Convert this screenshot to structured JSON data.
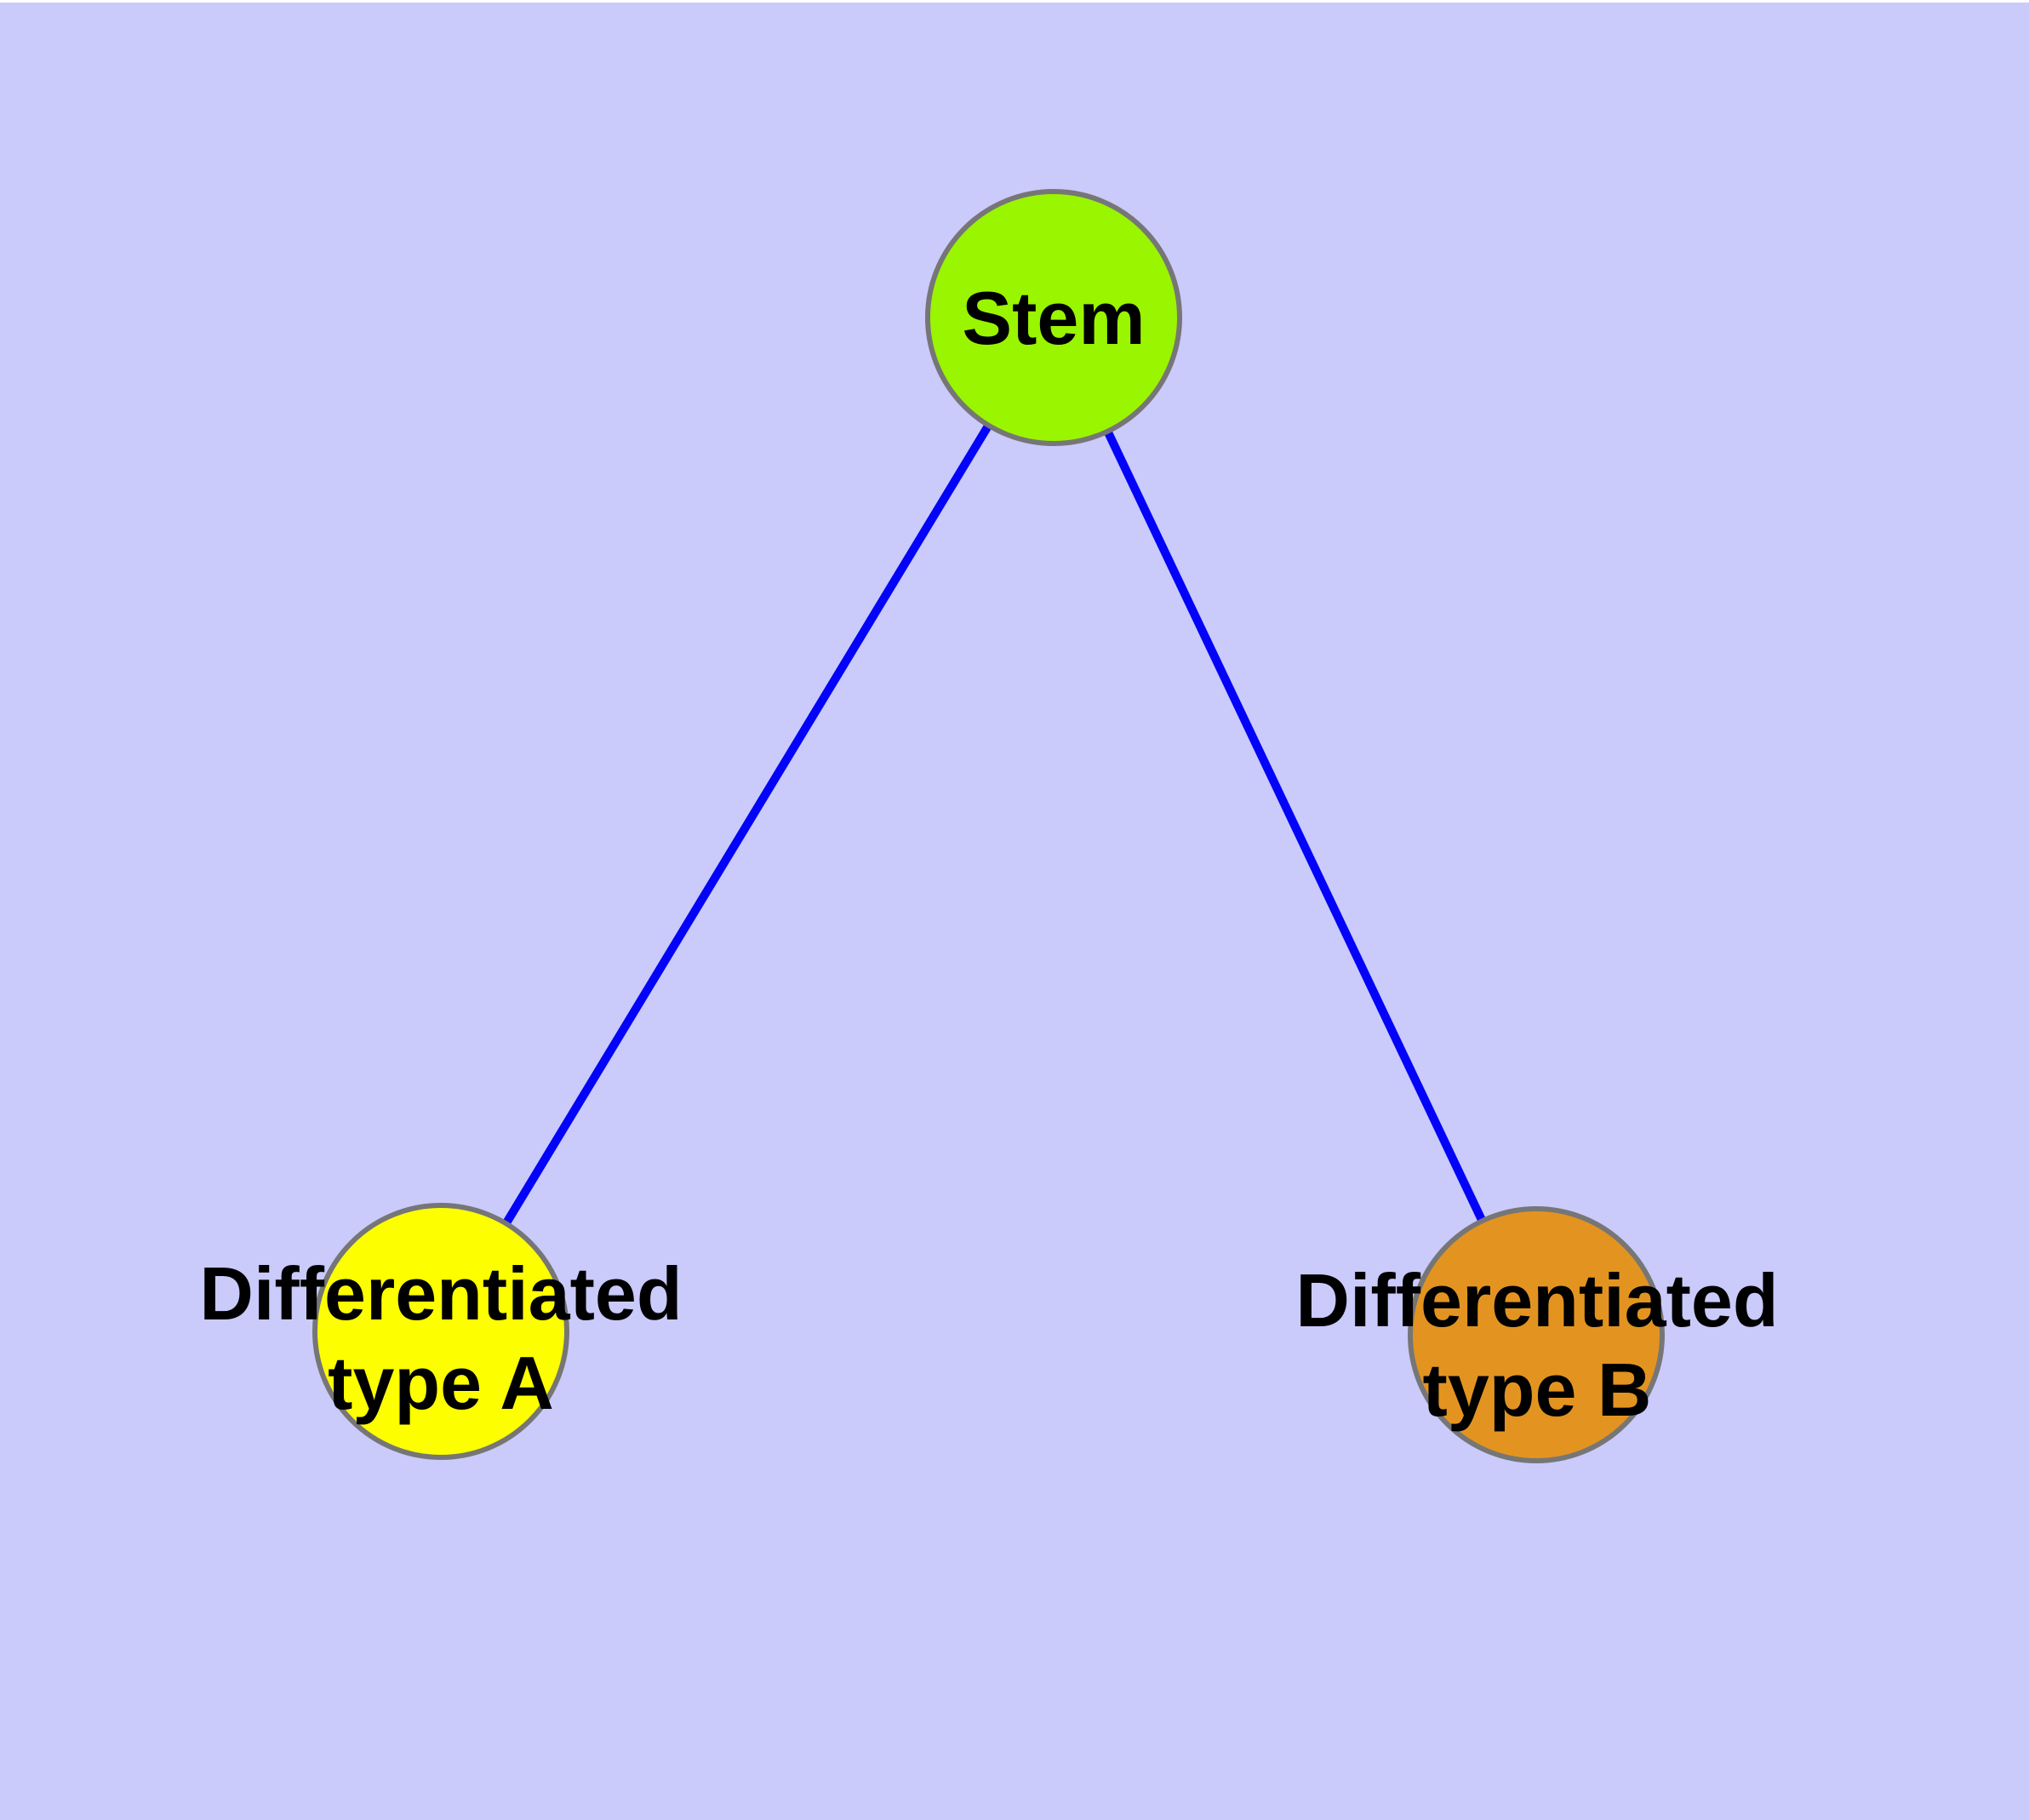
{
  "diagram": {
    "background_color": "#CACAFB",
    "edge_color": "#0303FA",
    "node_border_color": "#767676",
    "text_color": "#000000",
    "nodes": {
      "stem": {
        "label": "Stem",
        "fill": "#9AF500"
      },
      "type_a": {
        "label_line1": "Differentiated",
        "label_line2": "type A",
        "fill": "#FDFF00"
      },
      "type_b": {
        "label_line1": "Differentiated",
        "label_line2": "type B",
        "fill": "#E39420"
      }
    },
    "edges": [
      {
        "from": "Stem",
        "to": "Differentiated type A"
      },
      {
        "from": "Stem",
        "to": "Differentiated type B"
      }
    ]
  }
}
